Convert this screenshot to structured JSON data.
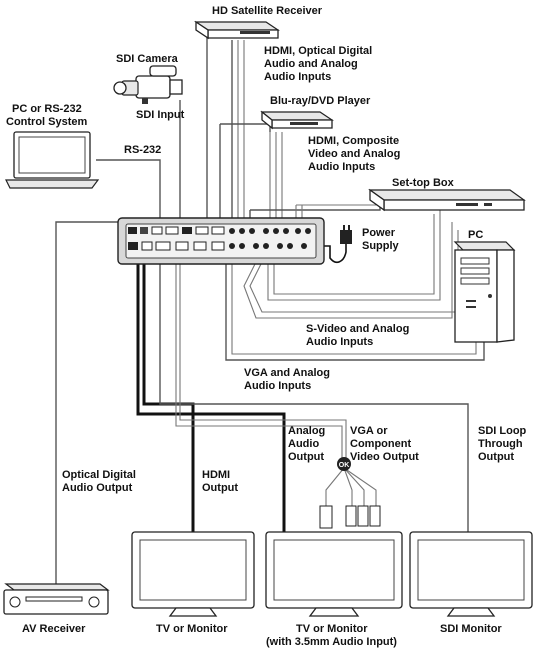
{
  "labels": {
    "hd_satellite": "HD Satellite Receiver",
    "hdmi_optical_1": "HDMI, Optical Digital",
    "hdmi_optical_2": "Audio and Analog",
    "hdmi_optical_3": "Audio Inputs",
    "sdi_camera": "SDI Camera",
    "sdi_input": "SDI Input",
    "pc_rs232_1": "PC or RS-232",
    "pc_rs232_2": "Control System",
    "rs232": "RS-232",
    "bluray": "Blu-ray/DVD Player",
    "hdmi_composite_1": "HDMI, Composite",
    "hdmi_composite_2": "Video and Analog",
    "hdmi_composite_3": "Audio Inputs",
    "settop": "Set-top Box",
    "power_1": "Power",
    "power_2": "Supply",
    "pc": "PC",
    "svideo_1": "S-Video and Analog",
    "svideo_2": "Audio Inputs",
    "vga_in_1": "VGA and Analog",
    "vga_in_2": "Audio Inputs",
    "analog_out_1": "Analog",
    "analog_out_2": "Audio",
    "analog_out_3": "Output",
    "vga_out_1": "VGA or",
    "vga_out_2": "Component",
    "vga_out_3": "Video Output",
    "sdi_loop_1": "SDI Loop",
    "sdi_loop_2": "Through",
    "sdi_loop_3": "Output",
    "optical_out_1": "Optical Digital",
    "optical_out_2": "Audio Output",
    "hdmi_out_1": "HDMI",
    "hdmi_out_2": "Output",
    "av_receiver": "AV Receiver",
    "tv1": "TV or Monitor",
    "tv2_1": "TV or Monitor",
    "tv2_2": "(with 3.5mm Audio Input)",
    "sdi_monitor": "SDI Monitor",
    "ok_badge": "OK"
  }
}
